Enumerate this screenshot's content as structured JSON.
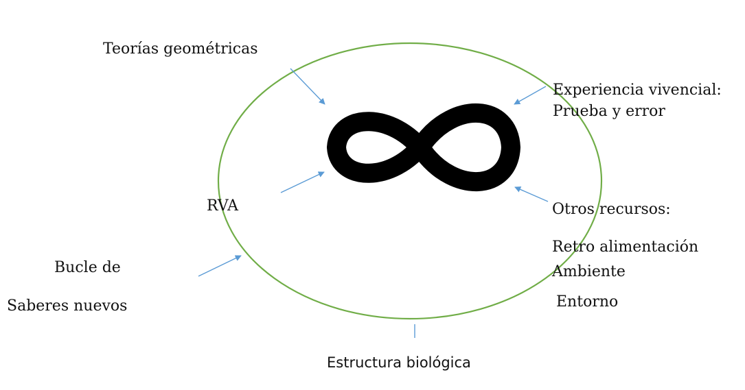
{
  "labels": {
    "teorias": "Teorías geométricas",
    "experiencia": "Experiencia vivencial:",
    "prueba": "Prueba y error",
    "rva": "RVA",
    "otros": "Otros recursos:",
    "retro": "Retro alimentación",
    "ambiente": "Ambiente",
    "entorno": "Entorno",
    "bucle": "Bucle de",
    "saberes": "Saberes nuevos",
    "estructura": "Estructura biológica"
  },
  "colors": {
    "ellipse": "#70ad47",
    "arrow": "#5b9bd5",
    "infinity": "#000000",
    "text": "#111111"
  },
  "icons": {
    "center": "infinity-symbol-icon"
  }
}
